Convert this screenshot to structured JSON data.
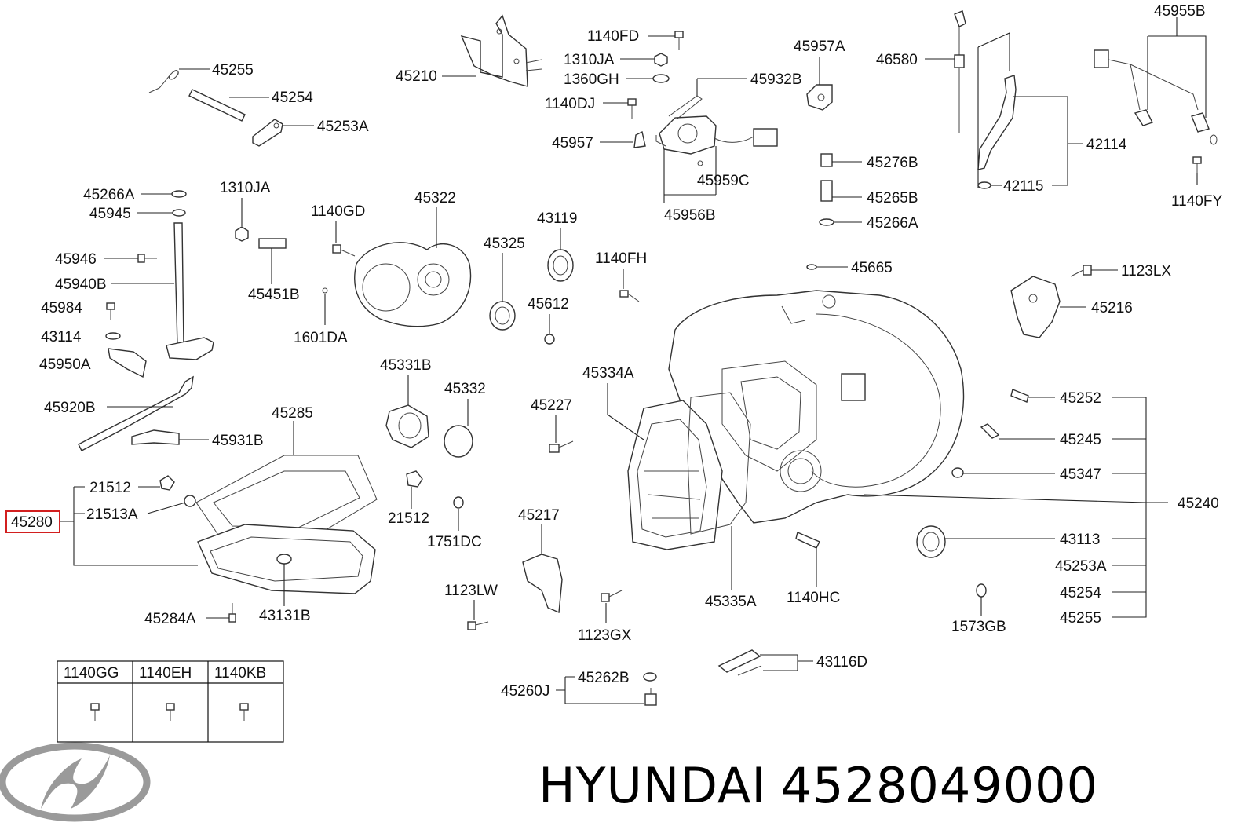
{
  "labels": {
    "l45255_top": "45255",
    "l45254_top": "45254",
    "l45253A_top": "45253A",
    "l45210": "45210",
    "l1140FD": "1140FD",
    "l1310JA_top": "1310JA",
    "l1360GH": "1360GH",
    "l1140DJ": "1140DJ",
    "l45957": "45957",
    "l45957A": "45957A",
    "l45932B": "45932B",
    "l45959C": "45959C",
    "l45956B": "45956B",
    "l46580": "46580",
    "l45955B": "45955B",
    "l42114": "42114",
    "l42115": "42115",
    "l1140FY": "1140FY",
    "l45276B": "45276B",
    "l45265B": "45265B",
    "l45266A_right": "45266A",
    "l45266A_left": "45266A",
    "l45945": "45945",
    "l1310JA_mid": "1310JA",
    "l45946": "45946",
    "l45940B": "45940B",
    "l45984": "45984",
    "l43114": "43114",
    "l45950A": "45950A",
    "l45920B": "45920B",
    "l45931B": "45931B",
    "l1140GD": "1140GD",
    "l45451B": "45451B",
    "l1601DA": "1601DA",
    "l45322": "45322",
    "l45325": "45325",
    "l43119": "43119",
    "l1140FH": "1140FH",
    "l45612": "45612",
    "l45665": "45665",
    "l1123LX": "1123LX",
    "l45216": "45216",
    "l45331B": "45331B",
    "l45332": "45332",
    "l45227": "45227",
    "l45334A": "45334A",
    "l45252": "45252",
    "l45245": "45245",
    "l45347": "45347",
    "l45240": "45240",
    "l43113": "43113",
    "l45253A_right": "45253A",
    "l45254_right": "45254",
    "l45255_right": "45255",
    "l45285": "45285",
    "l21512_left": "21512",
    "l21513A": "21513A",
    "l45280": "45280",
    "l21512_mid": "21512",
    "l1751DC": "1751DC",
    "l45217": "45217",
    "l45284A": "45284A",
    "l43131B": "43131B",
    "l1123LW": "1123LW",
    "l1123GX": "1123GX",
    "l45335A": "45335A",
    "l1140HC": "1140HC",
    "l1573GB": "1573GB",
    "l43116D": "43116D",
    "l45262B": "45262B",
    "l45260J": "45260J"
  },
  "fastener_table": {
    "headers": [
      "1140GG",
      "1140EH",
      "1140KB"
    ]
  },
  "caption": {
    "brand": "HYUNDAI",
    "part_number": "4528049000"
  },
  "colors": {
    "highlight": "#d21f1f",
    "line": "#222222",
    "logo": "#9a9a9a"
  },
  "highlighted_part": "45280"
}
